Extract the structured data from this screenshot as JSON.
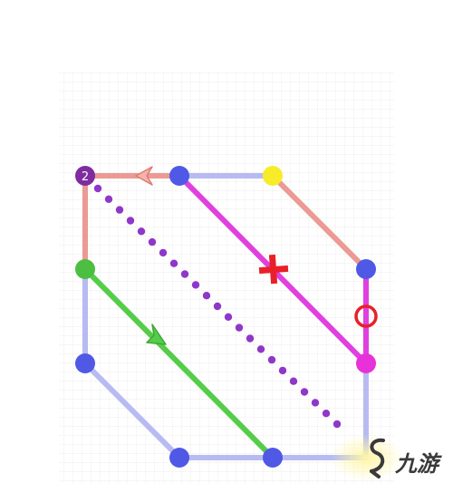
{
  "puzzle": {
    "colors": {
      "grid_line": "#e6e6e6",
      "board_bg": "#ffffff",
      "blue_edge": "#b7bbf2",
      "salmon_edge": "#ee9a94",
      "magenta_edge": "#e040e0",
      "green_edge": "#55cc4a",
      "dotted_line": "#8f37c9",
      "blue_node": "#5058e6",
      "yellow_node": "#f7ec2a",
      "green_node": "#4cbf42",
      "magenta_node": "#e632d8",
      "purple_node": "#7e2ca0",
      "red_mark": "#e8202a"
    },
    "start_node_label": "2",
    "markers": {
      "cross": "cross-mark",
      "circle": "circle-mark",
      "arrow_left": "arrow-left-icon",
      "arrow_down_right": "arrow-down-right-icon"
    }
  },
  "watermark": {
    "logo_icon": "brand-swirl-icon",
    "text": "九游"
  }
}
